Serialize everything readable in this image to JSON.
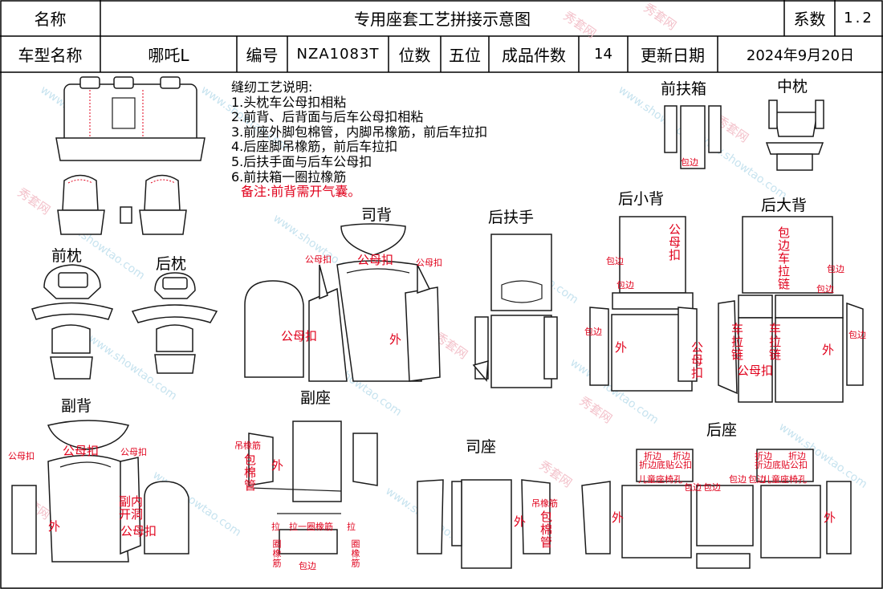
{
  "header": {
    "name_label": "名称",
    "title": "专用座套工艺拼接示意图",
    "coef_label": "系数",
    "coef_value": "1.2",
    "model_label": "车型名称",
    "model_value": "哪吒L",
    "code_label": "编号",
    "code_value": "NZA1083T",
    "seats_label": "位数",
    "seats_value": "五位",
    "pieces_label": "成品件数",
    "pieces_value": "14",
    "date_label": "更新日期",
    "date_value": "2024年9月20日"
  },
  "notes": {
    "title": "缝纫工艺说明:",
    "items": [
      "1.头枕车公母扣相粘",
      "2.前背、后背面与后车公母扣相粘",
      "3.前座外脚包棉管，内脚吊橡筋，前后车拉扣",
      "4.后座脚吊橡筋，前后车拉扣",
      "5.后扶手面与后车公母扣",
      "6.前扶箱一圈拉橡筋"
    ],
    "remark": "备注:前背需开气囊。"
  },
  "parts": {
    "front_armbox": "前扶箱",
    "middle_pillow": "中枕",
    "driver_back": "司背",
    "rear_armrest": "后扶手",
    "rear_small_back": "后小背",
    "rear_big_back": "后大背",
    "front_pillow": "前枕",
    "rear_pillow": "后枕",
    "passenger_back": "副背",
    "passenger_seat": "副座",
    "driver_seat": "司座",
    "rear_seat": "后座"
  },
  "annotations": {
    "male_female_snap": "公母扣",
    "outside": "外",
    "hem": "包边",
    "male_female_vertical": "公母扣",
    "wrap_zipper": "包边车拉链",
    "car_zipper": "车拉链",
    "hang_elastic": "吊橡筋",
    "hem_vertical": "包棉管",
    "pull_elastic_loop": "拉一圈橡筋",
    "pull": "拉",
    "circle_elastic": "圈橡筋",
    "inner_airbag": "副内开洞",
    "fold_edge": "折边",
    "fold_hem_snap": "折边底贴公扣",
    "child_seat_hole": "儿童座椅孔",
    "child_seat_hole2": "童座椅孔",
    "hem_bottom": "包边",
    "hang_elastic_v": "吊橡筋",
    "side_hem": "包棉管"
  },
  "watermark": {
    "site": "www.showtao.com",
    "brand": "秀套网"
  },
  "colors": {
    "line": "#1a1a1a",
    "annotation": "#e0001b",
    "watermark_en": "#c7e3ef",
    "watermark_cn": "#f3c2cb"
  }
}
